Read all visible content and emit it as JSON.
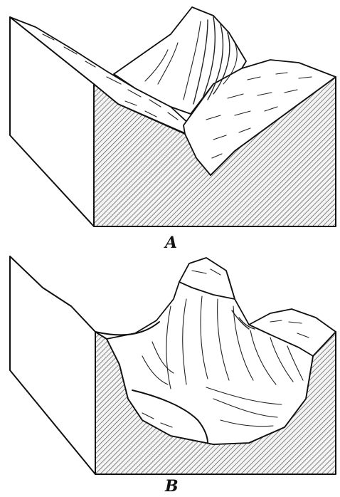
{
  "panels": [
    {
      "id": "A",
      "label": "A"
    },
    {
      "id": "B",
      "label": "B"
    }
  ]
}
